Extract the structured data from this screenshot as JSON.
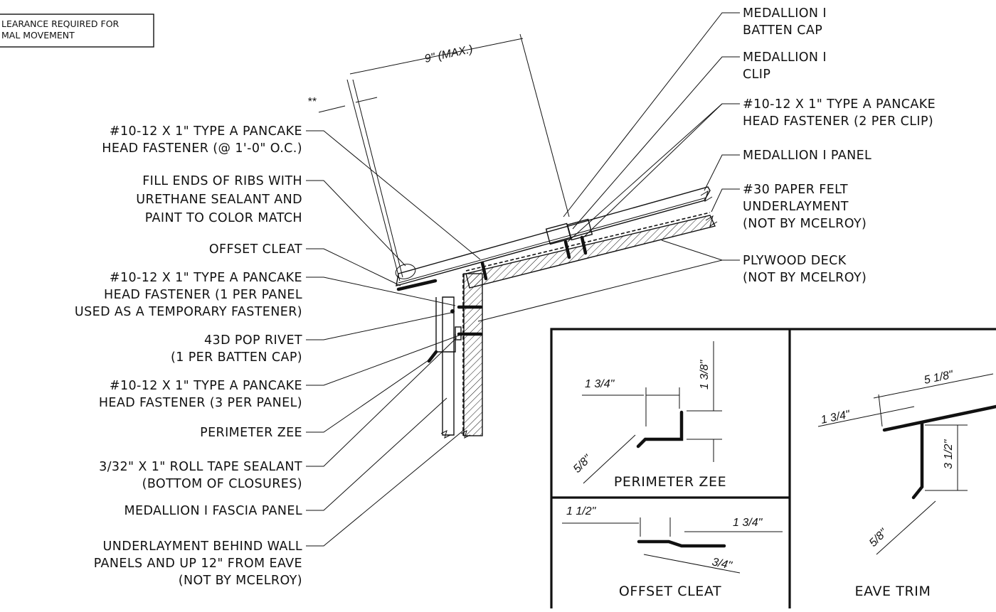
{
  "note": {
    "line1": "LEARANCE REQUIRED FOR",
    "line2": "MAL MOVEMENT"
  },
  "dims": {
    "max_width": "9\" (MAX.)",
    "clearance": "**",
    "zee_top": "1 3/4\"",
    "zee_height": "1 3/8\"",
    "zee_angle": "5/8\"",
    "cleat_left": "1 1/2\"",
    "cleat_right": "1 3/4\"",
    "cleat_offset": "3/4\"",
    "eave_top": "5 1/8\"",
    "eave_left": "1 3/4\"",
    "eave_height": "3 1/2\"",
    "eave_angle": "5/8\""
  },
  "left_callouts": [
    {
      "lines": [
        "#10-12 X 1\" TYPE A PANCAKE",
        "HEAD FASTENER (@ 1'-0\" O.C.)"
      ]
    },
    {
      "lines": [
        "FILL ENDS OF RIBS WITH",
        "URETHANE SEALANT AND",
        "PAINT TO COLOR MATCH"
      ]
    },
    {
      "lines": [
        "OFFSET CLEAT"
      ]
    },
    {
      "lines": [
        "#10-12 X 1\" TYPE A PANCAKE",
        "HEAD FASTENER (1 PER PANEL",
        "USED AS A TEMPORARY FASTENER)"
      ]
    },
    {
      "lines": [
        "43D POP RIVET",
        "(1 PER BATTEN CAP)"
      ]
    },
    {
      "lines": [
        "#10-12 X 1\" TYPE A PANCAKE",
        "HEAD FASTENER (3 PER PANEL)"
      ]
    },
    {
      "lines": [
        "PERIMETER ZEE"
      ]
    },
    {
      "lines": [
        "3/32\" X 1\" ROLL TAPE SEALANT",
        "(BOTTOM OF CLOSURES)"
      ]
    },
    {
      "lines": [
        "MEDALLION I FASCIA PANEL"
      ]
    },
    {
      "lines": [
        "UNDERLAYMENT BEHIND WALL",
        "PANELS AND UP 12\" FROM EAVE",
        "(NOT BY MCELROY)"
      ]
    }
  ],
  "right_callouts": [
    {
      "lines": [
        "MEDALLION I",
        "BATTEN CAP"
      ]
    },
    {
      "lines": [
        "MEDALLION I",
        "CLIP"
      ]
    },
    {
      "lines": [
        "#10-12 X 1\" TYPE A PANCAKE",
        "HEAD FASTENER (2 PER CLIP)"
      ]
    },
    {
      "lines": [
        "MEDALLION I PANEL"
      ]
    },
    {
      "lines": [
        "#30 PAPER FELT",
        "UNDERLAYMENT",
        "(NOT BY MCELROY)"
      ]
    },
    {
      "lines": [
        "PLYWOOD DECK",
        "(NOT BY MCELROY)"
      ]
    }
  ],
  "detail_titles": {
    "perimeter_zee": "PERIMETER ZEE",
    "offset_cleat": "OFFSET CLEAT",
    "eave_trim": "EAVE TRIM"
  }
}
